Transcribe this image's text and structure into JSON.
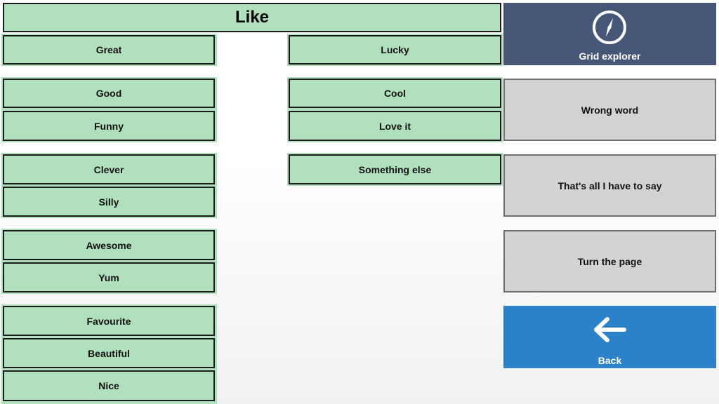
{
  "header": {
    "title": "Like"
  },
  "words": {
    "great": "Great",
    "lucky": "Lucky",
    "good": "Good",
    "cool": "Cool",
    "funny": "Funny",
    "love_it": "Love it",
    "clever": "Clever",
    "something_else": "Something else",
    "silly": "Silly",
    "awesome": "Awesome",
    "yum": "Yum",
    "favourite": "Favourite",
    "beautiful": "Beautiful",
    "nice": "Nice"
  },
  "actions": {
    "grid_explorer": {
      "label": "Grid explorer",
      "icon": "compass-icon"
    },
    "wrong_word": "Wrong word",
    "thats_all": "That's all I have to say",
    "turn_page": "Turn the page",
    "back": {
      "label": "Back",
      "icon": "arrow-left-icon"
    }
  },
  "colors": {
    "word_cell": "#b0e0bd",
    "explorer": "#465676",
    "action_cell": "#d3d3d3",
    "back": "#2b82c9"
  }
}
